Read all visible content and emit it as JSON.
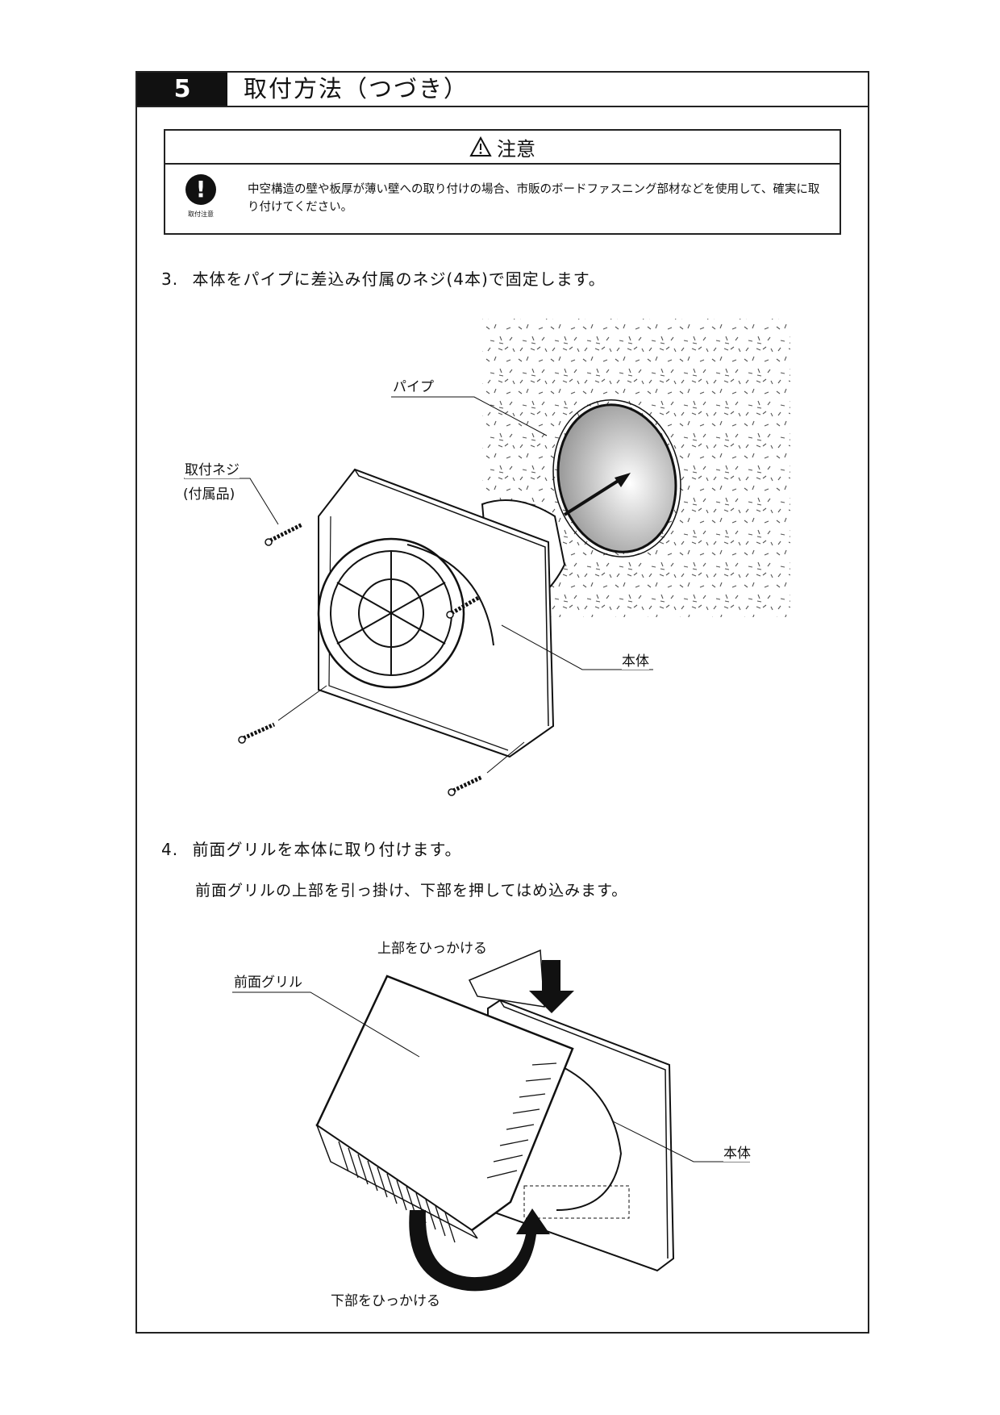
{
  "section": {
    "number": "5",
    "title": "取付方法（つづき）"
  },
  "caution": {
    "heading": "注意",
    "icon_label": "取付注意",
    "text": "中空構造の壁や板厚が薄い壁への取り付けの場合、市販のボードファスニング部材などを使用して、確実に取り付けてください。"
  },
  "steps": [
    {
      "number": "3.",
      "text": "本体をパイプに差込み付属のネジ(4本)で固定します。"
    },
    {
      "number": "4.",
      "text": "前面グリルを本体に取り付けます。",
      "sub": "前面グリルの上部を引っ掛け、下部を押してはめ込みます。"
    }
  ],
  "figure1": {
    "pipe_label": "パイプ",
    "screw_label": "取付ネジ",
    "screw_note": "(付属品)",
    "body_label": "本体"
  },
  "figure2": {
    "top_label": "上部をひっかける",
    "grille_label": "前面グリル",
    "body_label": "本体",
    "bottom_label": "下部をひっかける"
  }
}
